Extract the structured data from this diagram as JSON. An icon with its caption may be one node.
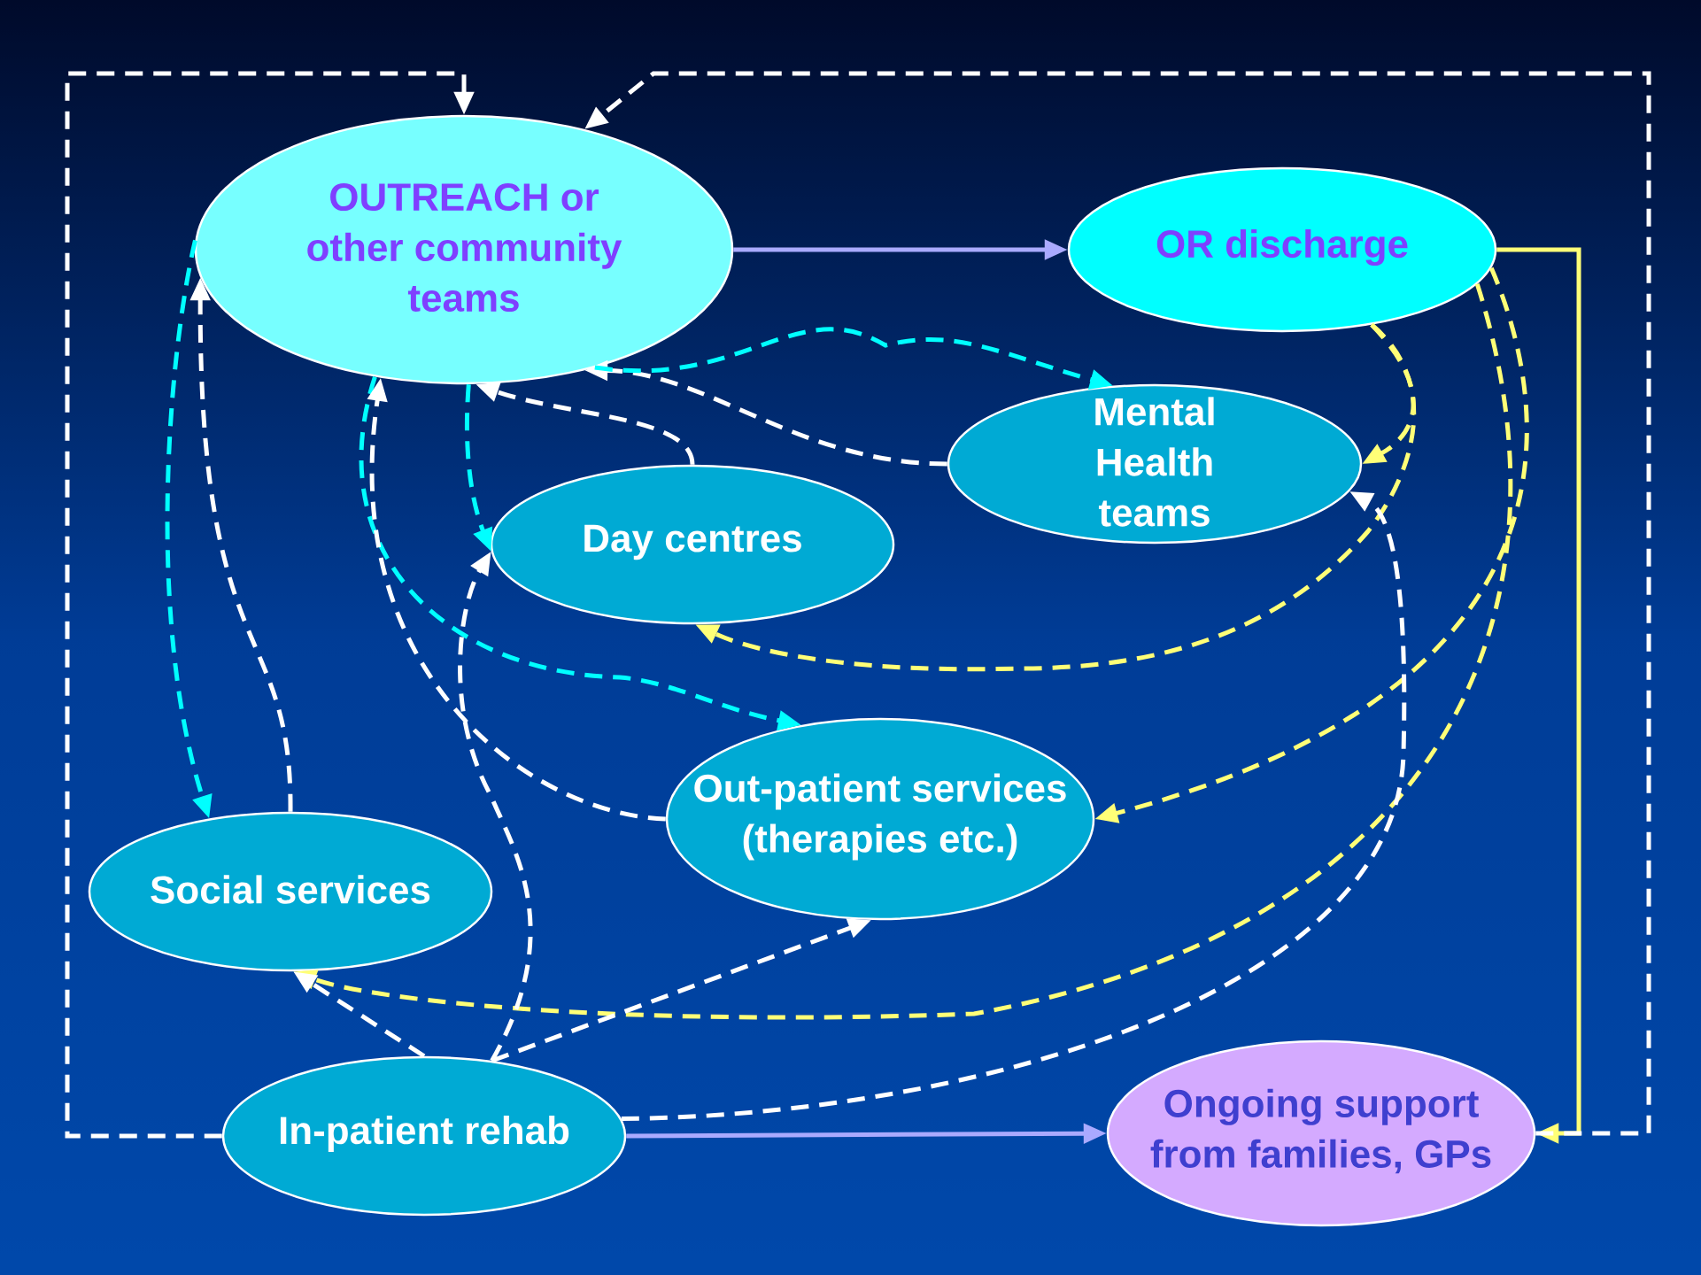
{
  "diagram": {
    "nodes": [
      {
        "text": [
          "OUTREACH or other community teams"
        ]
      },
      {
        "text": [
          "OR discharge"
        ]
      },
      {
        "text": [
          "Mental Health teams"
        ]
      },
      {
        "text": [
          "Day centres"
        ]
      },
      {
        "text": [
          "Out-patient services (therapies etc.)"
        ]
      },
      {
        "text": [
          "Social services"
        ]
      },
      {
        "text": [
          "In-patient rehab"
        ]
      },
      {
        "text": [
          "Ongoing support from families, GPs"
        ]
      }
    ],
    "edges": [
      {
        "from": 0,
        "to": 1,
        "arrow": "to",
        "color": "#aaaaff"
      },
      {
        "from": 6,
        "to": 7,
        "arrow": "to",
        "color": "#aaaaff"
      },
      {
        "from": 1,
        "to": 7,
        "arrow": "to",
        "color": "#ffff77"
      },
      {
        "from": 6,
        "to": 0,
        "arrow": "to",
        "style": "dashed"
      },
      {
        "from": 7,
        "to": 0,
        "arrow": "to",
        "style": "dashed"
      },
      {
        "from": 2,
        "to": 0,
        "arrow": "to",
        "style": "dashed"
      },
      {
        "from": 3,
        "to": 0,
        "arrow": "to",
        "style": "dashed"
      },
      {
        "from": 0,
        "to": 2,
        "arrow": "to",
        "style": "dashed",
        "color": "#00ffff"
      },
      {
        "from": 0,
        "to": 3,
        "arrow": "to",
        "style": "dashed",
        "color": "#00ffff"
      },
      {
        "from": 0,
        "to": 5,
        "arrow": "to",
        "style": "dashed",
        "color": "#00ffff"
      },
      {
        "from": 5,
        "to": 0,
        "arrow": "to",
        "style": "dashed"
      },
      {
        "from": 0,
        "to": 4,
        "arrow": "to",
        "style": "dashed",
        "color": "#00ffff"
      },
      {
        "from": 4,
        "to": 0,
        "arrow": "to",
        "style": "dashed"
      },
      {
        "from": 1,
        "to": 2,
        "arrow": "to",
        "style": "dashed",
        "color": "#ffff77"
      },
      {
        "from": 1,
        "to": 3,
        "arrow": "to",
        "style": "dashed",
        "color": "#ffff77"
      },
      {
        "from": 1,
        "to": 4,
        "arrow": "to",
        "style": "dashed",
        "color": "#ffff77"
      },
      {
        "from": 1,
        "to": 5,
        "arrow": "to",
        "style": "dashed",
        "color": "#ffff77"
      },
      {
        "from": 6,
        "to": 3,
        "arrow": "to",
        "style": "dashed"
      },
      {
        "from": 6,
        "to": 4,
        "arrow": "to",
        "style": "dashed"
      },
      {
        "from": 6,
        "to": 5,
        "arrow": "to",
        "style": "dashed"
      },
      {
        "from": 6,
        "to": 2,
        "arrow": "to",
        "style": "dashed"
      }
    ]
  }
}
